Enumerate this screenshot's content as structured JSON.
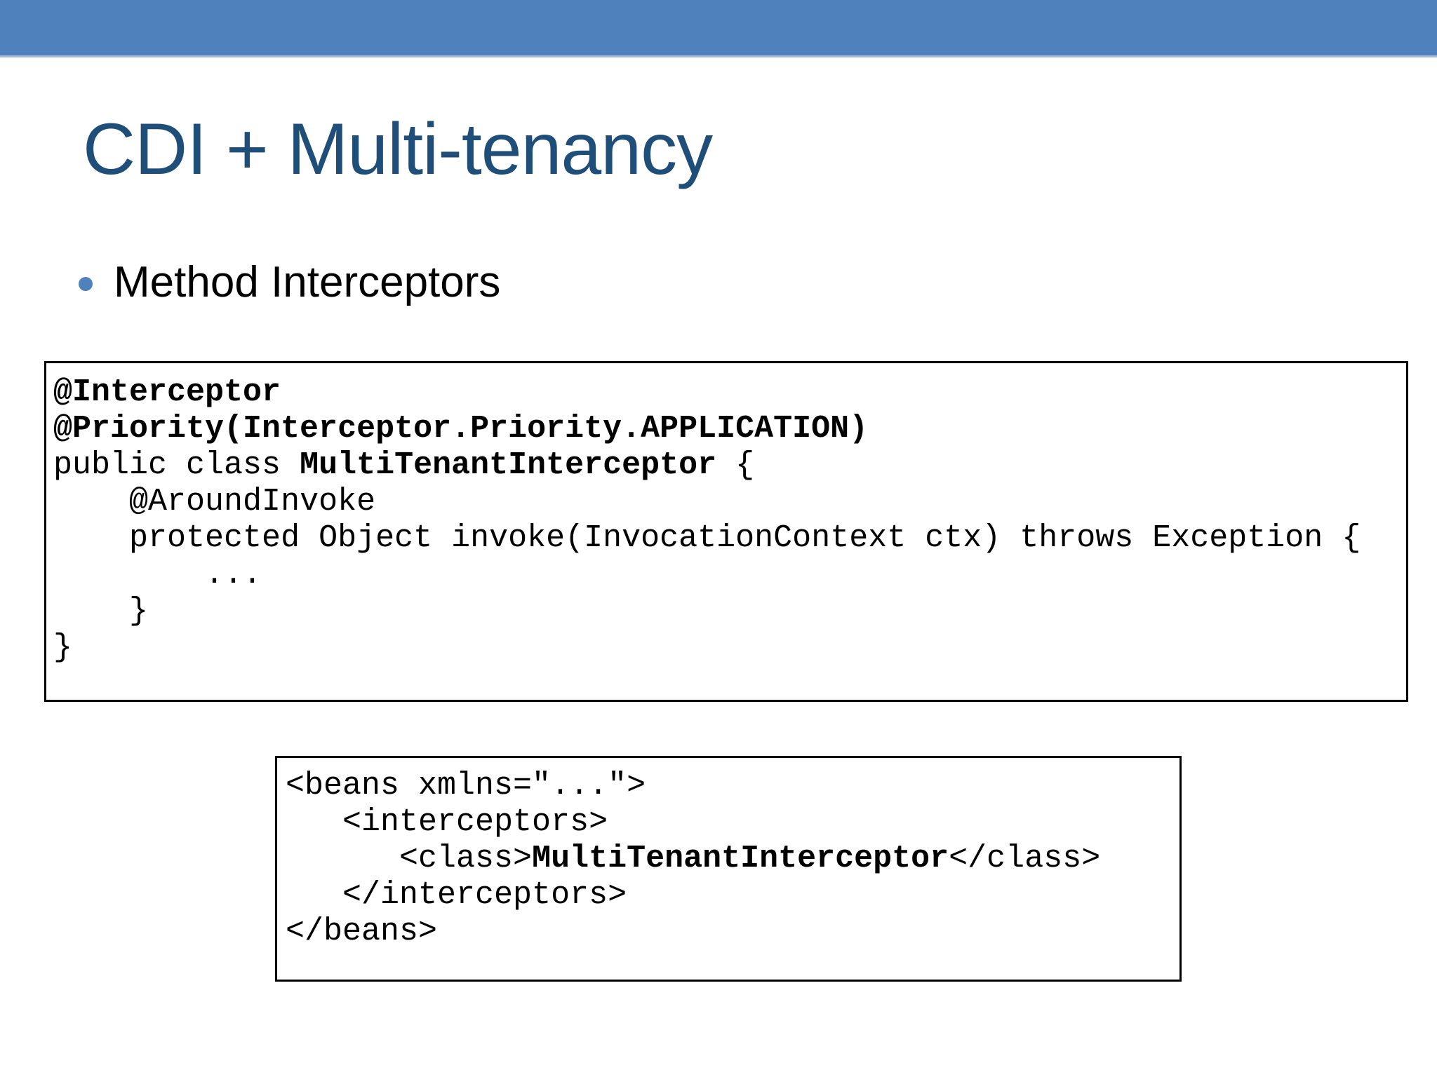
{
  "slide": {
    "title": "CDI + Multi-tenancy",
    "accent_band_color": "#4F81BD",
    "title_color": "#1F4E79",
    "background_color": "#FFFFFF"
  },
  "bullets": [
    {
      "text": "Method Interceptors",
      "marker": "bullet-dot",
      "marker_color": "#4F81BD"
    }
  ],
  "code_blocks": [
    {
      "id": "java-interceptor",
      "language": "java",
      "border_color": "#000000",
      "lines": [
        {
          "indent": 0,
          "segments": [
            {
              "text": "@Interceptor",
              "bold": true
            }
          ]
        },
        {
          "indent": 0,
          "segments": [
            {
              "text": "@Priority(Interceptor.Priority.APPLICATION)",
              "bold": true
            }
          ]
        },
        {
          "indent": 0,
          "segments": [
            {
              "text": "public class ",
              "bold": false
            },
            {
              "text": "MultiTenantInterceptor",
              "bold": true
            },
            {
              "text": " {",
              "bold": false
            }
          ]
        },
        {
          "indent": 4,
          "segments": [
            {
              "text": "@AroundInvoke",
              "bold": false
            }
          ]
        },
        {
          "indent": 4,
          "segments": [
            {
              "text": "protected Object invoke(InvocationContext ctx) throws Exception {",
              "bold": false
            }
          ]
        },
        {
          "indent": 8,
          "segments": [
            {
              "text": "...",
              "bold": false
            }
          ]
        },
        {
          "indent": 4,
          "segments": [
            {
              "text": "}",
              "bold": false
            }
          ]
        },
        {
          "indent": 0,
          "segments": [
            {
              "text": "}",
              "bold": false
            }
          ]
        }
      ],
      "plain_text": "@Interceptor\n@Priority(Interceptor.Priority.APPLICATION)\npublic class MultiTenantInterceptor {\n    @AroundInvoke\n    protected Object invoke(InvocationContext ctx) throws Exception {\n        ...\n    }\n}"
    },
    {
      "id": "xml-beans",
      "language": "xml",
      "border_color": "#000000",
      "lines": [
        {
          "indent": 0,
          "segments": [
            {
              "text": "<beans xmlns=\"...\">",
              "bold": false
            }
          ]
        },
        {
          "indent": 3,
          "segments": [
            {
              "text": "<interceptors>",
              "bold": false
            }
          ]
        },
        {
          "indent": 6,
          "segments": [
            {
              "text": "<class>",
              "bold": false
            },
            {
              "text": "MultiTenantInterceptor",
              "bold": true
            },
            {
              "text": "</class>",
              "bold": false
            }
          ]
        },
        {
          "indent": 3,
          "segments": [
            {
              "text": "</interceptors>",
              "bold": false
            }
          ]
        },
        {
          "indent": 0,
          "segments": [
            {
              "text": "</beans>",
              "bold": false
            }
          ]
        }
      ],
      "plain_text": "<beans xmlns=\"...\">\n   <interceptors>\n      <class>MultiTenantInterceptor</class>\n   </interceptors>\n</beans>"
    }
  ]
}
